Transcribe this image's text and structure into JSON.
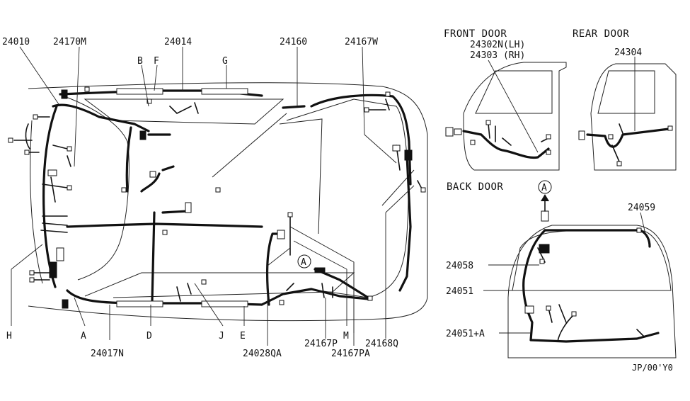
{
  "sections": {
    "front_door": "FRONT DOOR",
    "rear_door": "REAR DOOR",
    "back_door": "BACK DOOR"
  },
  "parts": {
    "p24010": "24010",
    "p24170M": "24170M",
    "p24014": "24014",
    "p24160": "24160",
    "p24167W": "24167W",
    "p24302N": "24302N(LH)",
    "p24303": "24303 (RH)",
    "p24304": "24304",
    "p24059": "24059",
    "p24058": "24058",
    "p24051": "24051",
    "p24051A": "24051+A",
    "p24017N": "24017N",
    "p24028QA": "24028QA",
    "p24167P": "24167P",
    "p24167PA": "24167PA",
    "p24168Q": "24168Q"
  },
  "letters": {
    "B": "B",
    "F": "F",
    "G": "G",
    "H": "H",
    "A": "A",
    "D": "D",
    "J": "J",
    "E": "E",
    "M": "M"
  },
  "callout": "A",
  "footer_code": "JP/00'Y0"
}
